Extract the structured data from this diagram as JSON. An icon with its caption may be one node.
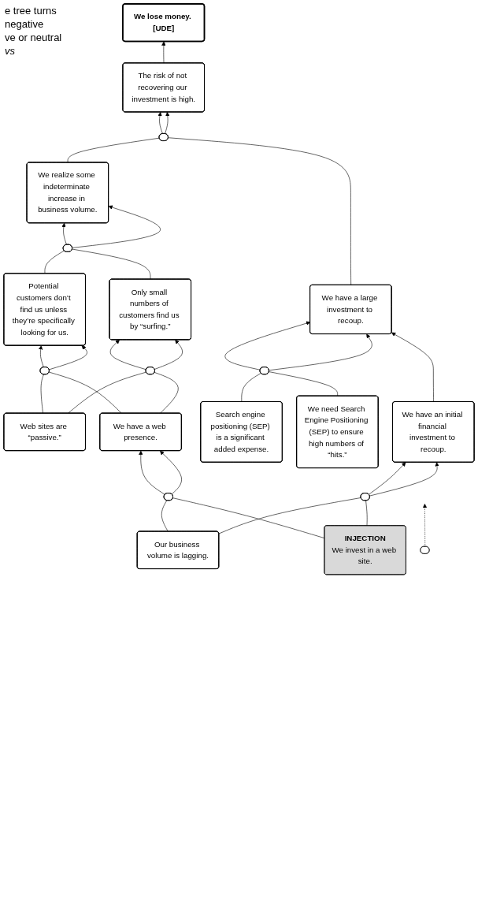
{
  "diagram": {
    "nodes": [
      {
        "text": [
          "We lose money. [UDE]"
        ]
      },
      {
        "text": [
          "The risk of not recovering our investment is high."
        ]
      },
      {
        "text": [],
        "shape": "ellipse"
      },
      {
        "text": [
          "We realize some indeterminate increase in business volume."
        ]
      },
      {
        "text": [
          "We have a large investment to recoup."
        ]
      },
      {
        "text": [],
        "shape": "ellipse"
      },
      {
        "text": [
          "Search engine positioning (SEP) is a significant added expense."
        ]
      },
      {
        "text": [],
        "shape": "ellipse"
      },
      {
        "text": [
          "Potential customers don’t find us unless they’re specifically looking for us."
        ]
      },
      {
        "text": [
          "Only small numbers of customers find us by “surfing.”"
        ]
      },
      {
        "text": [
          "We need Search Engine Positioning (SEP) to ensure high numbers of “hits.”"
        ]
      },
      {
        "text": [],
        "shape": "ellipse"
      },
      {
        "text": [],
        "shape": "ellipse"
      },
      {
        "text": [
          "Web sites are “passive.”"
        ]
      },
      {
        "text": [
          "We have a web presence."
        ]
      },
      {
        "text": [
          "We have an initial financial investment to recoup."
        ]
      },
      {
        "text": [],
        "shape": "ellipse"
      },
      {
        "text": [],
        "shape": "ellipse"
      },
      {
        "text": [
          "Our business volume is lagging."
        ]
      },
      {
        "text": [
          "INJECTION",
          "We invest in a web site."
        ]
      },
      {
        "text": [],
        "shape": "ellipse"
      }
    ],
    "edges": [
      {
        "from": 1,
        "to": 0,
        "arrow": "to"
      },
      {
        "from": 2,
        "to": 1,
        "arrow": "to"
      },
      {
        "from": 2,
        "to": 1,
        "arrow": "to"
      },
      {
        "from": 3,
        "to": 2,
        "arrow": "none"
      },
      {
        "from": 4,
        "to": 2,
        "arrow": "none"
      },
      {
        "from": 5,
        "to": 4,
        "arrow": "to"
      },
      {
        "from": 5,
        "to": 4,
        "arrow": "to"
      },
      {
        "from": 15,
        "to": 4,
        "arrow": "to"
      },
      {
        "from": 6,
        "to": 5,
        "arrow": "none"
      },
      {
        "from": 10,
        "to": 5,
        "arrow": "none"
      },
      {
        "from": 7,
        "to": 3,
        "arrow": "to"
      },
      {
        "from": 7,
        "to": 3,
        "arrow": "to"
      },
      {
        "from": 8,
        "to": 7,
        "arrow": "none"
      },
      {
        "from": 9,
        "to": 7,
        "arrow": "none"
      },
      {
        "from": 11,
        "to": 8,
        "arrow": "to"
      },
      {
        "from": 11,
        "to": 8,
        "arrow": "to"
      },
      {
        "from": 13,
        "to": 11,
        "arrow": "none"
      },
      {
        "from": 14,
        "to": 11,
        "arrow": "none"
      },
      {
        "from": 12,
        "to": 9,
        "arrow": "to"
      },
      {
        "from": 12,
        "to": 9,
        "arrow": "to"
      },
      {
        "from": 13,
        "to": 12,
        "arrow": "none"
      },
      {
        "from": 14,
        "to": 12,
        "arrow": "none"
      },
      {
        "from": 16,
        "to": 14,
        "arrow": "to"
      },
      {
        "from": 16,
        "to": 14,
        "arrow": "to"
      },
      {
        "from": 18,
        "to": 16,
        "arrow": "none"
      },
      {
        "from": 19,
        "to": 16,
        "arrow": "none"
      },
      {
        "from": 17,
        "to": 15,
        "arrow": "to"
      },
      {
        "from": 17,
        "to": 15,
        "arrow": "to"
      },
      {
        "from": 18,
        "to": 17,
        "arrow": "none"
      },
      {
        "from": 19,
        "to": 17,
        "arrow": "none"
      },
      {
        "from": 20,
        "to": null,
        "arrow": "to",
        "style": "dashed"
      }
    ],
    "labels": [
      "e tree turns",
      "negative",
      "ve or neutral",
      "vs"
    ]
  }
}
